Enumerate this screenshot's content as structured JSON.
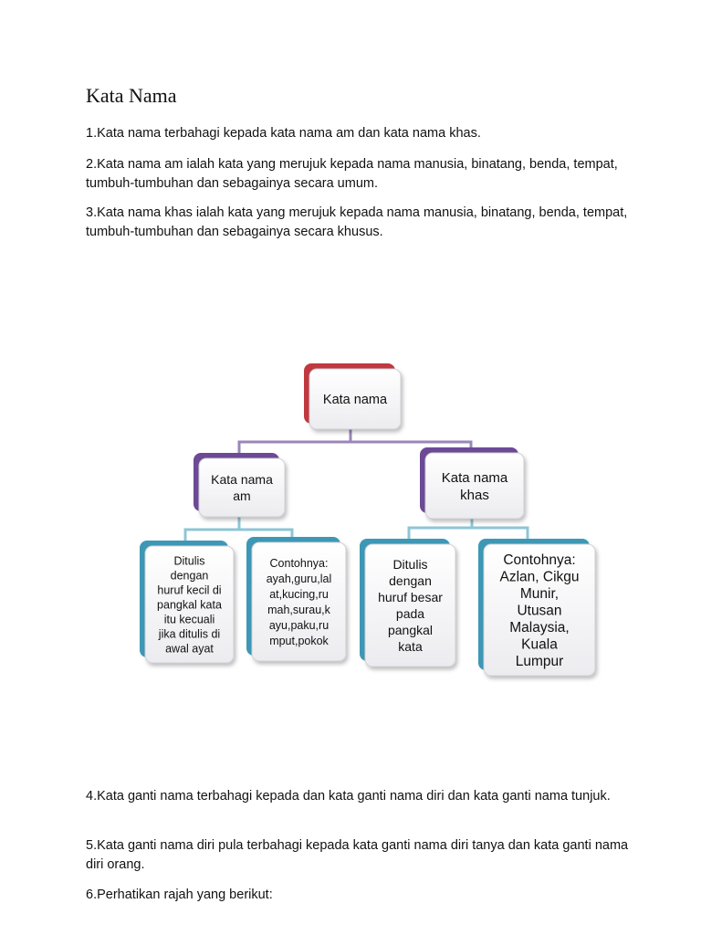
{
  "document": {
    "title": "Kata Nama",
    "paragraphs": [
      "1.Kata nama terbahagi kepada kata nama am dan kata nama khas.",
      "2.Kata nama am ialah kata yang merujuk kepada nama manusia, binatang, benda, tempat, tumbuh-tumbuhan dan sebagainya secara umum.",
      "3.Kata nama khas ialah kata yang merujuk kepada nama manusia, binatang, benda, tempat, tumbuh-tumbuhan dan sebagainya secara khusus.",
      "4.Kata ganti nama terbahagi kepada dan kata ganti nama diri dan kata ganti nama tunjuk.",
      "5.Kata ganti nama diri pula terbahagi kepada kata ganti nama diri tanya dan kata ganti nama diri orang.",
      "6.Perhatikan rajah yang berikut:"
    ]
  },
  "diagram": {
    "root": {
      "lines": [
        "Kata nama"
      ]
    },
    "branches": [
      {
        "lines": [
          "Kata nama",
          "am"
        ]
      },
      {
        "lines": [
          "Kata nama",
          "khas"
        ]
      }
    ],
    "leaves": [
      {
        "lines": [
          "Ditulis",
          "dengan",
          "huruf kecil di",
          "pangkal kata",
          "itu kecuali",
          "jika ditulis di",
          "awal ayat"
        ]
      },
      {
        "lines": [
          "Contohnya:",
          "ayah,guru,lal",
          "at,kucing,ru",
          "mah,surau,k",
          "ayu,paku,ru",
          "mput,pokok"
        ]
      },
      {
        "lines": [
          "Ditulis",
          "dengan",
          "huruf besar",
          "pada",
          "pangkal",
          "kata"
        ]
      },
      {
        "lines": [
          "Contohnya:",
          "Azlan, Cikgu",
          "Munir,",
          "Utusan",
          "Malaysia,",
          "Kuala",
          "Lumpur"
        ]
      }
    ],
    "colors": {
      "root_accent": "#c0393f",
      "branch_accent": "#6c4a96",
      "leaf_accent": "#3d98b6",
      "connector_root": "#9a86b8",
      "connector_leaf": "#8ec5d6"
    }
  }
}
